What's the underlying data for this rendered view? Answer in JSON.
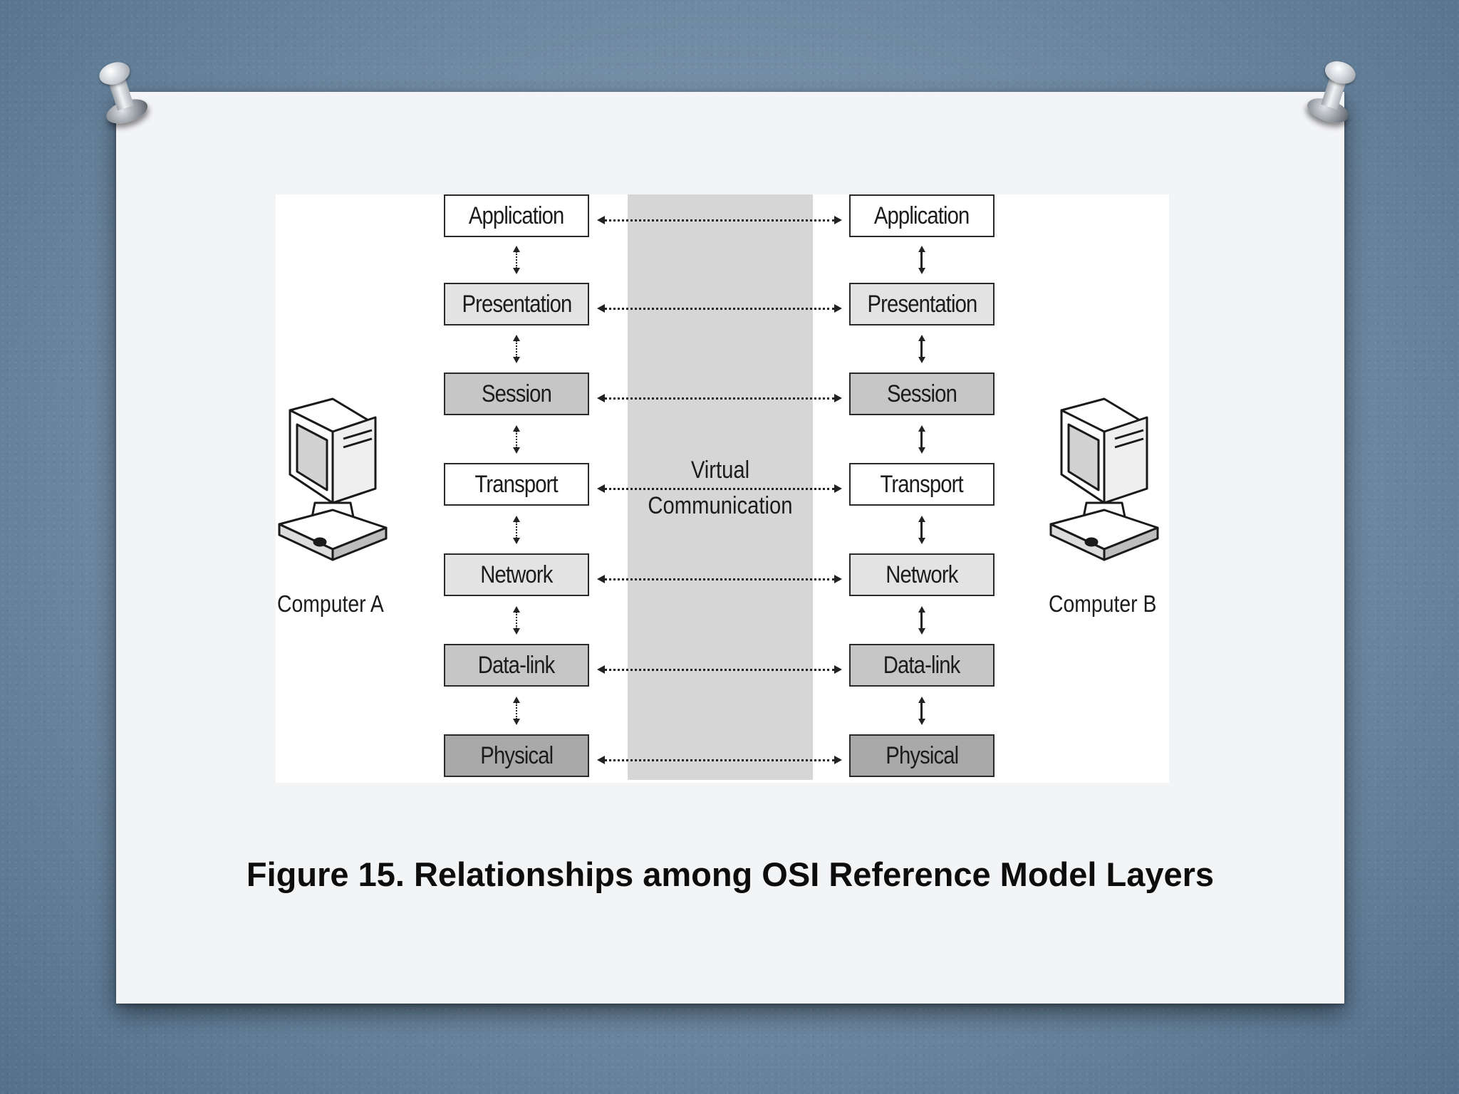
{
  "diagram": {
    "computer_a_label": "Computer A",
    "computer_b_label": "Computer B",
    "virtual_label_line1": "Virtual",
    "virtual_label_line2": "Communication",
    "layers": [
      {
        "name": "Application",
        "shade": "white"
      },
      {
        "name": "Presentation",
        "shade": "light"
      },
      {
        "name": "Session",
        "shade": "mid"
      },
      {
        "name": "Transport",
        "shade": "white"
      },
      {
        "name": "Network",
        "shade": "light"
      },
      {
        "name": "Data-link",
        "shade": "mid"
      },
      {
        "name": "Physical",
        "shade": "dark"
      }
    ]
  },
  "caption": "Figure 15. Relationships among OSI Reference Model Layers"
}
